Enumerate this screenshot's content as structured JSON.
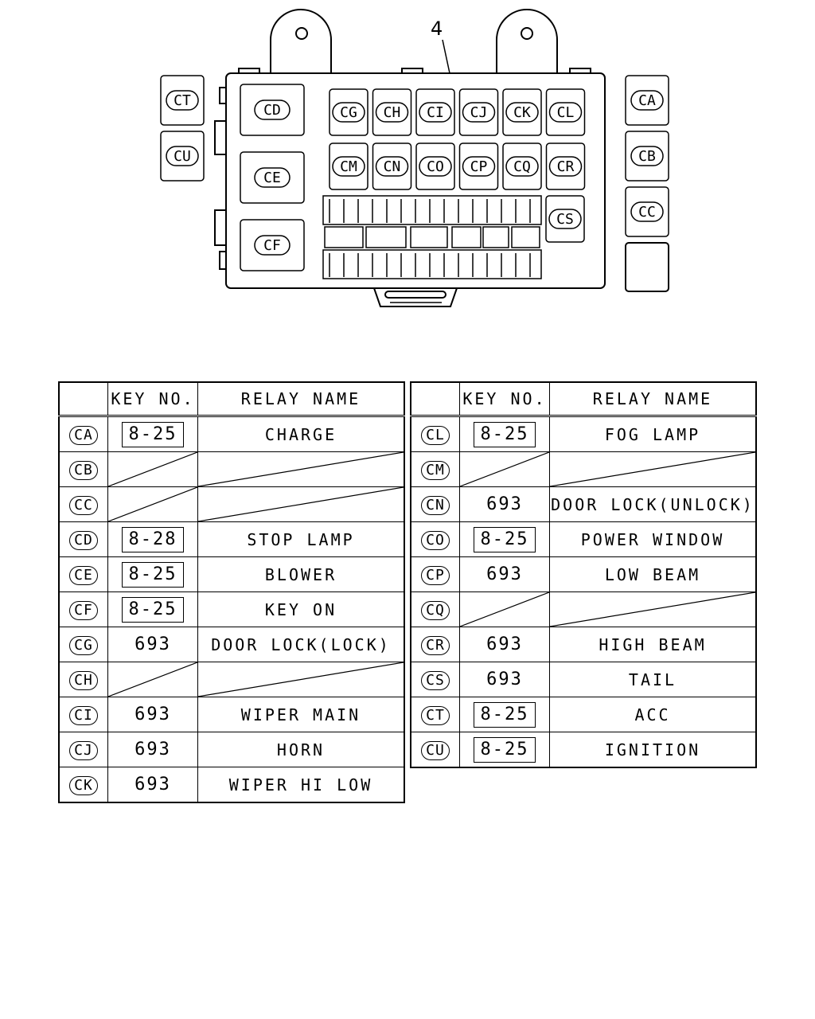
{
  "diagram": {
    "callout": "4",
    "left_relays": [
      "CT",
      "CU"
    ],
    "right_relays": [
      "CA",
      "CB",
      "CC"
    ],
    "big_relays": [
      "CD",
      "CE",
      "CF"
    ],
    "row1_relays": [
      "CG",
      "CH",
      "CI",
      "CJ",
      "CK",
      "CL"
    ],
    "row2_relays": [
      "CM",
      "CN",
      "CO",
      "CP",
      "CQ",
      "CR"
    ],
    "extra_relay": "CS"
  },
  "table": {
    "headers": {
      "key_no": "KEY NO.",
      "relay_name": "RELAY NAME"
    },
    "left_rows": [
      {
        "code": "CA",
        "key": "8-25",
        "boxed": true,
        "name": "CHARGE"
      },
      {
        "code": "CB",
        "key": "",
        "boxed": false,
        "name": "",
        "blank": true
      },
      {
        "code": "CC",
        "key": "",
        "boxed": false,
        "name": "",
        "blank": true
      },
      {
        "code": "CD",
        "key": "8-28",
        "boxed": true,
        "name": "STOP LAMP"
      },
      {
        "code": "CE",
        "key": "8-25",
        "boxed": true,
        "name": "BLOWER"
      },
      {
        "code": "CF",
        "key": "8-25",
        "boxed": true,
        "name": "KEY ON"
      },
      {
        "code": "CG",
        "key": "693",
        "boxed": false,
        "name": "DOOR LOCK(LOCK)"
      },
      {
        "code": "CH",
        "key": "",
        "boxed": false,
        "name": "",
        "blank": true
      },
      {
        "code": "CI",
        "key": "693",
        "boxed": false,
        "name": "WIPER MAIN"
      },
      {
        "code": "CJ",
        "key": "693",
        "boxed": false,
        "name": "HORN"
      },
      {
        "code": "CK",
        "key": "693",
        "boxed": false,
        "name": "WIPER HI LOW"
      }
    ],
    "right_rows": [
      {
        "code": "CL",
        "key": "8-25",
        "boxed": true,
        "name": "FOG LAMP"
      },
      {
        "code": "CM",
        "key": "",
        "boxed": false,
        "name": "",
        "blank": true
      },
      {
        "code": "CN",
        "key": "693",
        "boxed": false,
        "name": "DOOR LOCK(UNLOCK)"
      },
      {
        "code": "CO",
        "key": "8-25",
        "boxed": true,
        "name": "POWER WINDOW"
      },
      {
        "code": "CP",
        "key": "693",
        "boxed": false,
        "name": "LOW BEAM"
      },
      {
        "code": "CQ",
        "key": "",
        "boxed": false,
        "name": "",
        "blank": true
      },
      {
        "code": "CR",
        "key": "693",
        "boxed": false,
        "name": "HIGH BEAM"
      },
      {
        "code": "CS",
        "key": "693",
        "boxed": false,
        "name": "TAIL"
      },
      {
        "code": "CT",
        "key": "8-25",
        "boxed": true,
        "name": "ACC"
      },
      {
        "code": "CU",
        "key": "8-25",
        "boxed": true,
        "name": "IGNITION"
      }
    ]
  }
}
